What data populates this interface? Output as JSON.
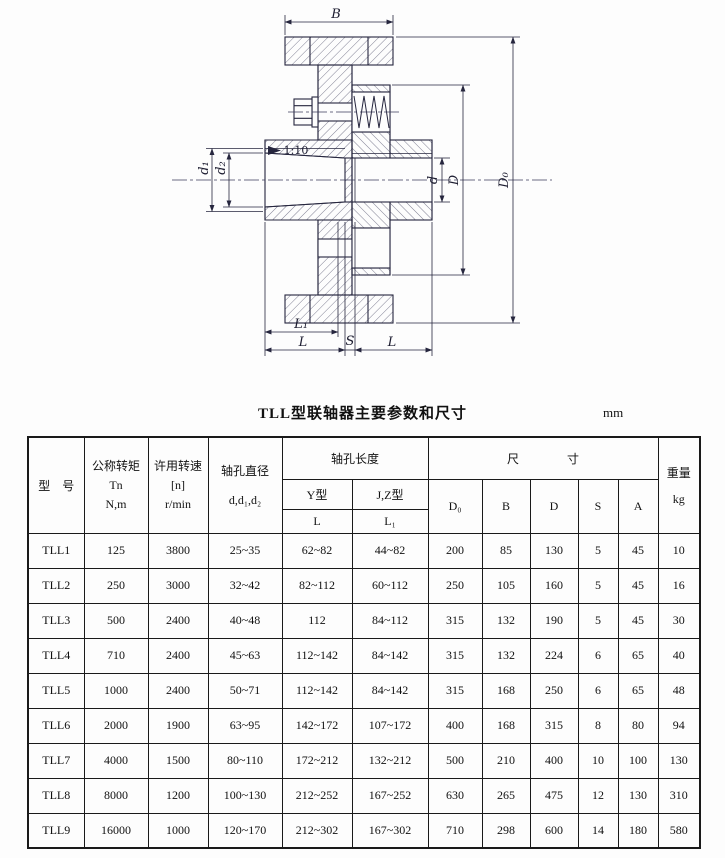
{
  "drawing": {
    "labels": {
      "b": "B",
      "d0": "D₀",
      "big_d": "D",
      "d": "d",
      "d1": "d₁",
      "d2": "d₂",
      "taper": "1:10",
      "l1": "L₁",
      "l_left": "L",
      "s": "S",
      "l_right": "L"
    }
  },
  "title": {
    "text": "TLL型联轴器主要参数和尺寸",
    "unit": "mm"
  },
  "table": {
    "header": {
      "model": "型　号",
      "torque_1": "公称转矩",
      "torque_2": "Tn",
      "torque_3": "N,m",
      "speed_1": "许用转速",
      "speed_2": "[n]",
      "speed_3": "r/min",
      "bore_dia_1": "轴孔直径",
      "bore_dia_2": "d,d₁,d₂",
      "bore_len": "轴孔长度",
      "y_type": "Y型",
      "jz_type": "J,Z型",
      "col_L": "L",
      "col_L1": "L₁",
      "dims": "尺　　　　寸",
      "col_D0": "D₀",
      "col_B": "B",
      "col_D": "D",
      "col_S": "S",
      "col_A": "A",
      "weight": "重量",
      "weight_unit": "kg"
    },
    "rows": [
      [
        "TLL1",
        "125",
        "3800",
        "25~35",
        "62~82",
        "44~82",
        "200",
        "85",
        "130",
        "5",
        "45",
        "10"
      ],
      [
        "TLL2",
        "250",
        "3000",
        "32~42",
        "82~112",
        "60~112",
        "250",
        "105",
        "160",
        "5",
        "45",
        "16"
      ],
      [
        "TLL3",
        "500",
        "2400",
        "40~48",
        "112",
        "84~112",
        "315",
        "132",
        "190",
        "5",
        "45",
        "30"
      ],
      [
        "TLL4",
        "710",
        "2400",
        "45~63",
        "112~142",
        "84~142",
        "315",
        "132",
        "224",
        "6",
        "65",
        "40"
      ],
      [
        "TLL5",
        "1000",
        "2400",
        "50~71",
        "112~142",
        "84~142",
        "315",
        "168",
        "250",
        "6",
        "65",
        "48"
      ],
      [
        "TLL6",
        "2000",
        "1900",
        "63~95",
        "142~172",
        "107~172",
        "400",
        "168",
        "315",
        "8",
        "80",
        "94"
      ],
      [
        "TLL7",
        "4000",
        "1500",
        "80~110",
        "172~212",
        "132~212",
        "500",
        "210",
        "400",
        "10",
        "100",
        "130"
      ],
      [
        "TLL8",
        "8000",
        "1200",
        "100~130",
        "212~252",
        "167~252",
        "630",
        "265",
        "475",
        "12",
        "130",
        "310"
      ],
      [
        "TLL9",
        "16000",
        "1000",
        "120~170",
        "212~302",
        "167~302",
        "710",
        "298",
        "600",
        "14",
        "180",
        "580"
      ]
    ]
  }
}
